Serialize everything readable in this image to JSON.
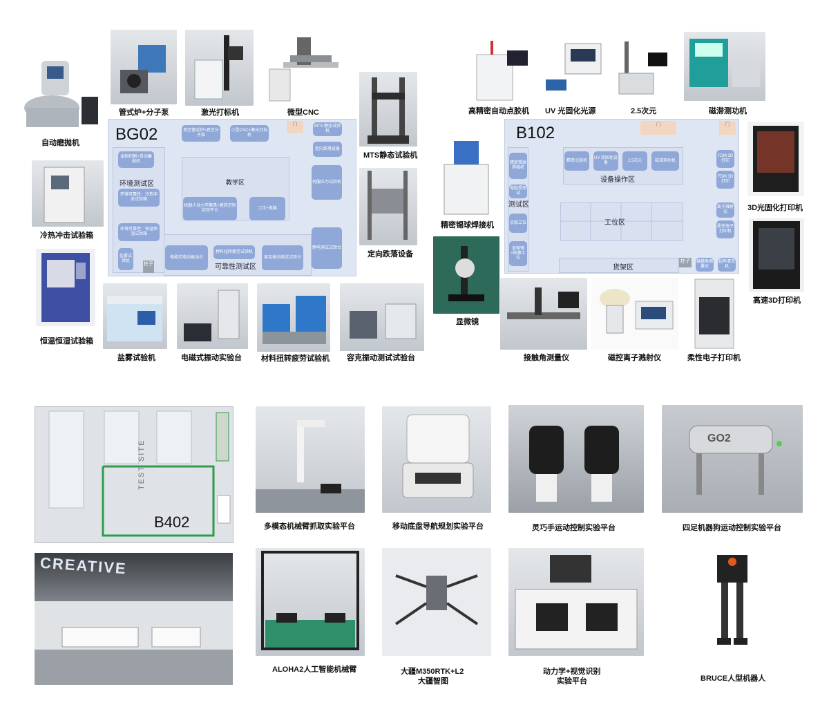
{
  "top_left_equipment": {
    "auto_grinder": "自动磨抛机",
    "tube_furnace": "管式炉+分子泵",
    "laser_marker": "激光打标机",
    "micro_cnc": "微型CNC",
    "mts": "MTS静态试验机",
    "thermal_shock": "冷热冲击试验箱",
    "constant_temp": "恒温恒湿试验箱",
    "drop_tester": "定向跌落设备",
    "salt_spray": "盐雾试验机",
    "em_vibration": "电磁式振动实验台",
    "torsion_fatigue": "材料扭转疲劳试验机",
    "rongke_vibration": "容克振动测试试验台"
  },
  "bg02_plan": {
    "room": "BG02",
    "furnace_box": "真空管式炉+真空分子泵",
    "cnc_laser_box": "小型CNC+激光打标机",
    "door": "门",
    "mts_box": "MTS 静态试验机",
    "drop_box": "定向跌落设备",
    "grinder_box": "金相切割+自动磨抛机",
    "env_zone": "环境测试区",
    "env_box1": "环境可靠性：冷热冲击试验箱",
    "teaching_zone": "教学区",
    "robot_box": "机器人动力学教具+疲劳识别实验平台",
    "station_box": "工位+电脑",
    "hydraulic_box": "伺服压力试验机",
    "env_box2": "环境可靠性：恒温恒湿试验箱",
    "salt_box": "盐雾试验机",
    "pillar": "柱子",
    "em_box": "电磁式电动振动台",
    "torsion_box": "材料扭转疲劳试验机",
    "rongke_box": "容克振动测试试验台",
    "reliability_zone": "可靠性测试区",
    "static_box": "静电测试试验台"
  },
  "top_right_equipment": {
    "dispenser": "高精密自动点胶机",
    "uv_curing": "UV 光固化光源",
    "dim25": "2.5次元",
    "hysteresis": "磁滞测功机",
    "printer_3d_light": "3D光固化打印机",
    "solder": "精密锡球焊接机",
    "microscope": "显微镜",
    "contact_angle": "接触角测量仪",
    "sputter": "磁控离子溅射仪",
    "flex_printer": "柔性电子打印机",
    "fast_printer": "高速3D打印机"
  },
  "b102_plan": {
    "room": "B102",
    "door": "门",
    "solder_box": "精密锡球焊接机",
    "eprobe_box": "电阻焊测试",
    "test_zone": "测试区",
    "dispense_box": "点胶工位",
    "microscope_box": "显微镜+防静工位",
    "op_box1": "精密点胶机",
    "op_box2": "UV 热固化设备",
    "op_box3": "2.5次元",
    "op_box4": "磁滞测功机",
    "op_zone": "设备操作区",
    "fdm1": "FDM 3D打印",
    "fdm2": "FDM 3D打印",
    "work_zone": "工位区",
    "ion_box": "离子溅射仪",
    "flex_box": "柔性电子打印机",
    "shelf_zone": "货架区",
    "pillar": "柱子",
    "contact_box": "接触角测量仪",
    "wash_box": "超声清洗机"
  },
  "b402": {
    "room": "B402",
    "test_site": "TEST SITE"
  },
  "bottom_platforms": {
    "arm_grasp": "多模态机械臂抓取实验平台",
    "mobile_base": "移动底盘导航规划实验平台",
    "dex_hand": "灵巧手运动控制实验平台",
    "quadruped": "四足机器狗运动控制实验平台",
    "aloha": "ALOHA2人工智能机械臂",
    "dji_line1": "大疆M350RTK+L2",
    "dji_line2": "大疆智图",
    "dyn_line1": "动力学+视觉识别",
    "dyn_line2": "实验平台",
    "bruce": "BRUCE人型机器人",
    "creative_sign": "CREATIVE",
    "go2_mark": "GO2"
  },
  "colors": {
    "plan_bg": "#dfe6f3",
    "box_blue": "#8fa8d8",
    "door_peach": "#f3d6c2",
    "b402_green": "#2e9b4a"
  }
}
